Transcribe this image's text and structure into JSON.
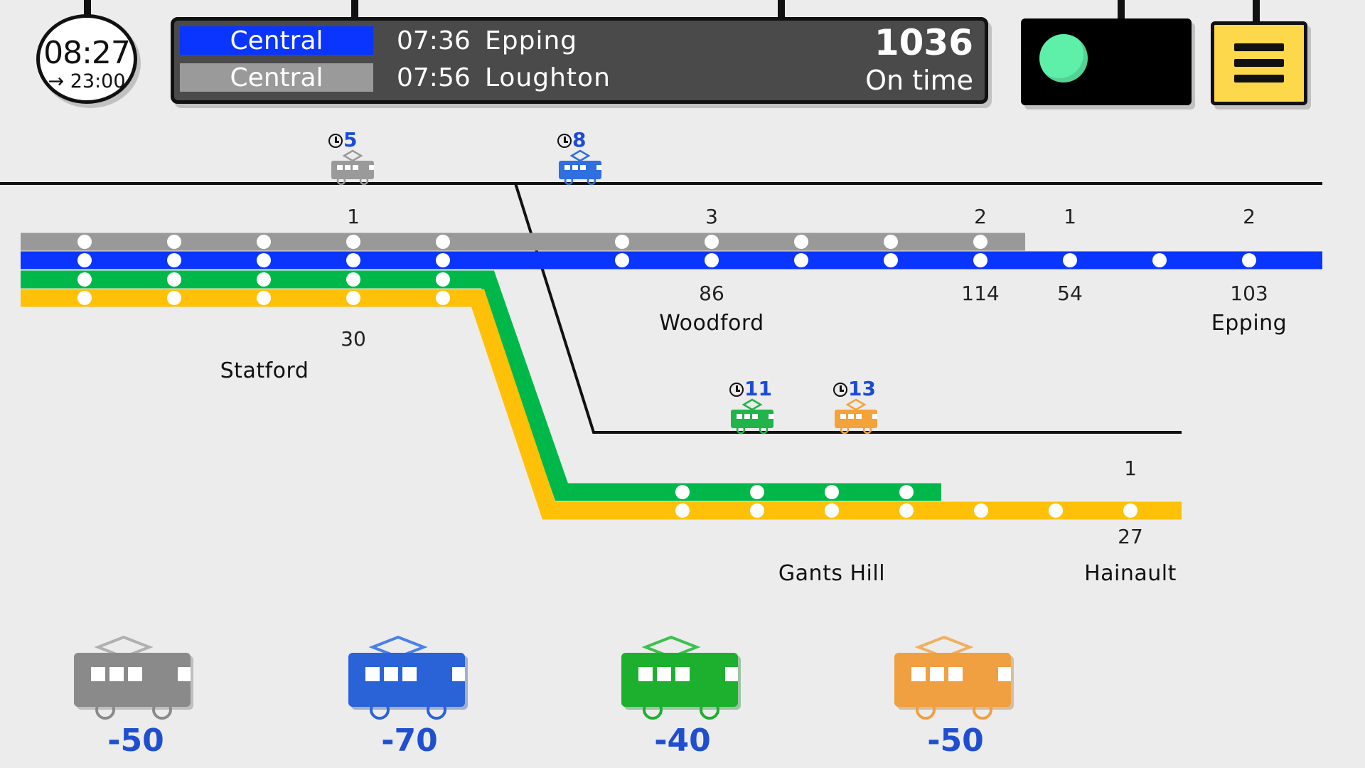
{
  "clock": {
    "time": "08:27",
    "end_time": "→ 23:00"
  },
  "board": {
    "rows": [
      {
        "line": "Central",
        "line_color": "#0a35ff",
        "time": "07:36",
        "destination": "Epping"
      },
      {
        "line": "Central",
        "line_color": "#9a9a9a",
        "time": "07:56",
        "destination": "Loughton"
      }
    ],
    "score": "1036",
    "status": "On time"
  },
  "signal": {
    "state": "green",
    "color": "#5ef0a8"
  },
  "menu": {
    "icon": "hamburger-icon"
  },
  "lines": {
    "gray": "#999999",
    "blue": "#0a35ff",
    "green": "#00b84a",
    "yellow": "#ffc107",
    "track": "#111111"
  },
  "stations": {
    "statford": {
      "name": "Statford",
      "count_top": "1",
      "count_bottom": "30"
    },
    "woodford": {
      "name": "Woodford",
      "count_top": "3",
      "count_bottom": "86"
    },
    "s_114": {
      "count_top": "2",
      "count_bottom": "114"
    },
    "s_54": {
      "count_top": "1",
      "count_bottom": "54"
    },
    "epping": {
      "name": "Epping",
      "count_top": "2",
      "count_bottom": "103"
    },
    "gants_hill": {
      "name": "Gants Hill"
    },
    "hainault": {
      "name": "Hainault",
      "count_top": "1",
      "count_bottom": "27"
    }
  },
  "upper_trains": [
    {
      "timer": "5",
      "color": "#9a9a9a"
    },
    {
      "timer": "8",
      "color": "#2f6fe0"
    }
  ],
  "lower_trains": [
    {
      "timer": "11",
      "color": "#22b34a"
    },
    {
      "timer": "13",
      "color": "#f3a33a"
    }
  ],
  "depot": [
    {
      "color": "#8a8a8a",
      "cost": "-50"
    },
    {
      "color": "#2a62d8",
      "cost": "-70"
    },
    {
      "color": "#1cb02e",
      "cost": "-40"
    },
    {
      "color": "#f0a040",
      "cost": "-50"
    }
  ]
}
